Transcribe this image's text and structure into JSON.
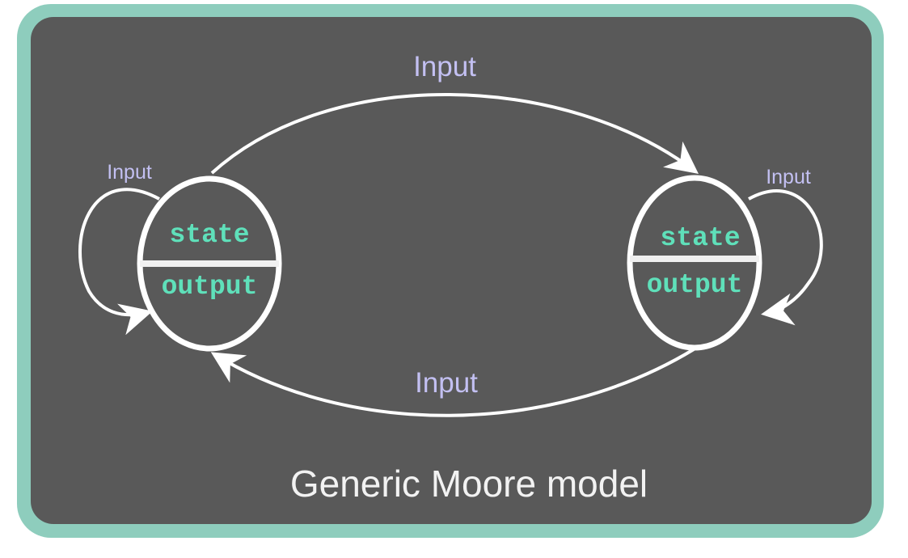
{
  "caption": "Generic Moore model",
  "colors": {
    "frame": "#8ecdbd",
    "panel": "#595959",
    "edge": "#ffffff",
    "edge_label": "#c3c0f2",
    "state_text": "#5fe0ba",
    "caption_text": "#f2f2f2"
  },
  "states": [
    {
      "id": "left",
      "state_label": "state",
      "output_label": "output"
    },
    {
      "id": "right",
      "state_label": "state",
      "output_label": "output"
    }
  ],
  "transitions": [
    {
      "from": "left",
      "to": "right",
      "label": "Input"
    },
    {
      "from": "right",
      "to": "left",
      "label": "Input"
    },
    {
      "from": "left",
      "to": "left",
      "label": "Input"
    },
    {
      "from": "right",
      "to": "right",
      "label": "Input"
    }
  ]
}
